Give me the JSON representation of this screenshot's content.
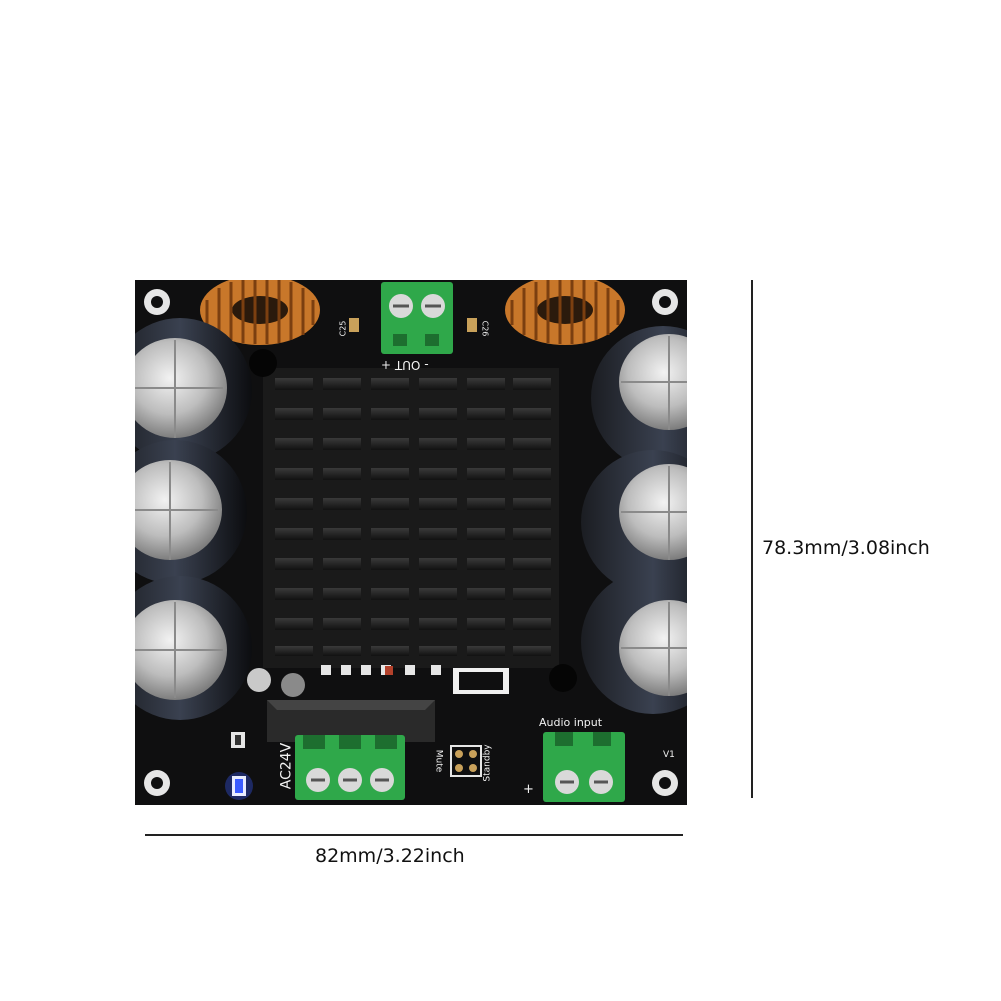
{
  "dimensions": {
    "height_label": "78.3mm/3.08inch",
    "width_label": "82mm/3.22inch"
  },
  "board_labels": {
    "out": "-  OUT  +",
    "audio_input": "Audio input",
    "ac24v": "AC24V",
    "mute": "Mute",
    "standby": "Standby",
    "c25": "C25",
    "c26": "C26",
    "version": "V1",
    "plus": "+"
  },
  "colors": {
    "pcb": "#0f0f10",
    "terminal_green": "#2fa84a",
    "coil_copper": "#c8772a",
    "led_blue": "#3a5bff"
  },
  "icons": [
    "mounting-hole-icon",
    "screw-terminal-icon",
    "capacitor-icon",
    "toroid-coil-icon",
    "heatsink-icon",
    "led-icon"
  ]
}
